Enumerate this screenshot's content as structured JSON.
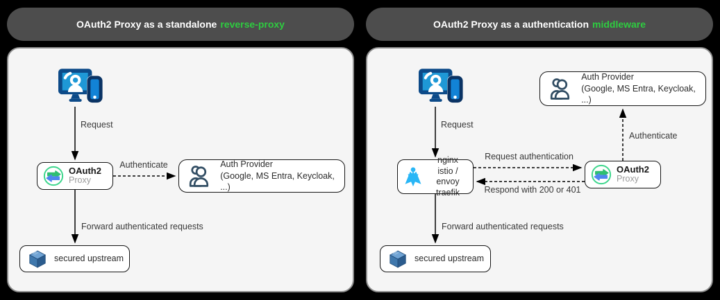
{
  "panels": [
    {
      "header": {
        "main": "OAuth2 Proxy as a standalone",
        "accent": "reverse-proxy"
      },
      "labels": {
        "request": "Request",
        "authenticate": "Authenticate",
        "forward": "Forward authenticated requests"
      },
      "nodes": {
        "oauth2": {
          "title": "OAuth2",
          "subtitle": "Proxy"
        },
        "auth_provider": {
          "line1": "Auth Provider",
          "line2": "(Google, MS Entra, Keycloak, ...)"
        },
        "upstream": {
          "label": "secured upstream"
        }
      }
    },
    {
      "header": {
        "main": "OAuth2 Proxy as a authentication",
        "accent": "middleware"
      },
      "labels": {
        "request": "Request",
        "request_auth": "Request authentication",
        "respond": "Respond with 200 or 401",
        "authenticate": "Authenticate",
        "forward": "Forward authenticated requests"
      },
      "nodes": {
        "ingress": {
          "line1": "nginx",
          "line2": "istio / envoy",
          "line3": "traefik"
        },
        "oauth2": {
          "title": "OAuth2",
          "subtitle": "Proxy"
        },
        "auth_provider": {
          "line1": "Auth Provider",
          "line2": "(Google, MS Entra, Keycloak, ...)"
        },
        "upstream": {
          "label": "secured upstream"
        }
      }
    }
  ],
  "icons": {
    "client": "user-devices-icon",
    "oauth2": "oauth2-proxy-logo-icon",
    "auth_provider": "auth-provider-users-icon",
    "ingress": "load-balancer-icon",
    "upstream": "cube-icon"
  },
  "colors": {
    "header_bg": "#4d4d4d",
    "accent_green": "#2ecc40",
    "panel_bg": "#f5f5f5",
    "node_border": "#141414",
    "arrow": "#000000",
    "oauth_ring": "#3dd68c",
    "oauth_green": "#2fbf71",
    "oauth_blue": "#4f86ef",
    "device_blue": "#1e98d6",
    "device_navy": "#0c4a88",
    "lb_cyan": "#29b6f6",
    "people_slate": "#314d63",
    "cube_top": "#6fa3d4",
    "cube_left": "#3f78ad",
    "cube_right": "#2b5c8e"
  }
}
